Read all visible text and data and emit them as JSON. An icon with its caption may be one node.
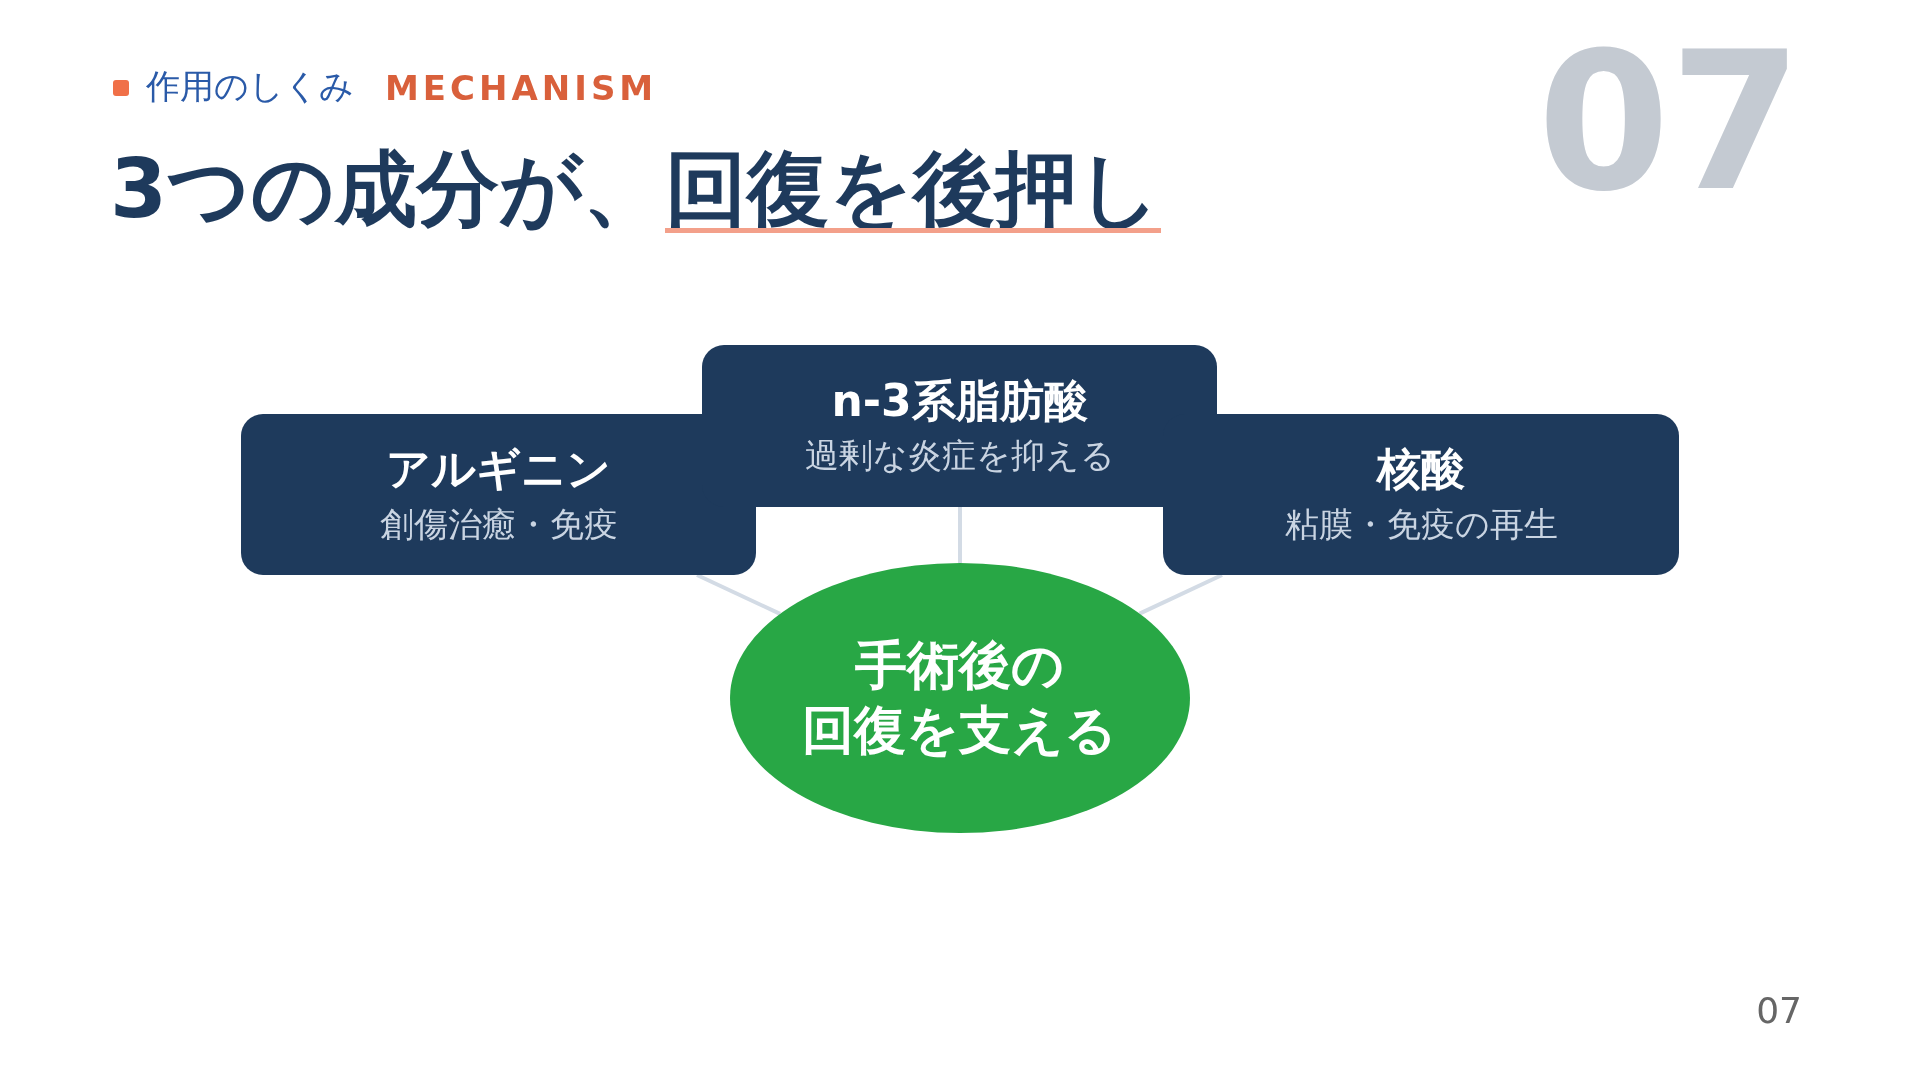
{
  "diagram": {
    "title": "3つの成分が、回復を後押し",
    "nodes": [
      {
        "text": [
          "アルギニン",
          "創傷治癒・免疫"
        ]
      },
      {
        "text": [
          "n-3系脂肪酸",
          "過剰な炎症を抑える"
        ]
      },
      {
        "text": [
          "核酸",
          "粘膜・免疫の再生"
        ]
      },
      {
        "text": [
          "手術後の回復を支える"
        ]
      }
    ],
    "edges": [
      {
        "from": 0,
        "to": 3,
        "arrow": "none"
      },
      {
        "from": 1,
        "to": 3,
        "arrow": "none"
      },
      {
        "from": 2,
        "to": 3,
        "arrow": "none"
      }
    ],
    "labels": [
      "作用のしくみ",
      "MECHANISM",
      "07",
      "07"
    ]
  }
}
